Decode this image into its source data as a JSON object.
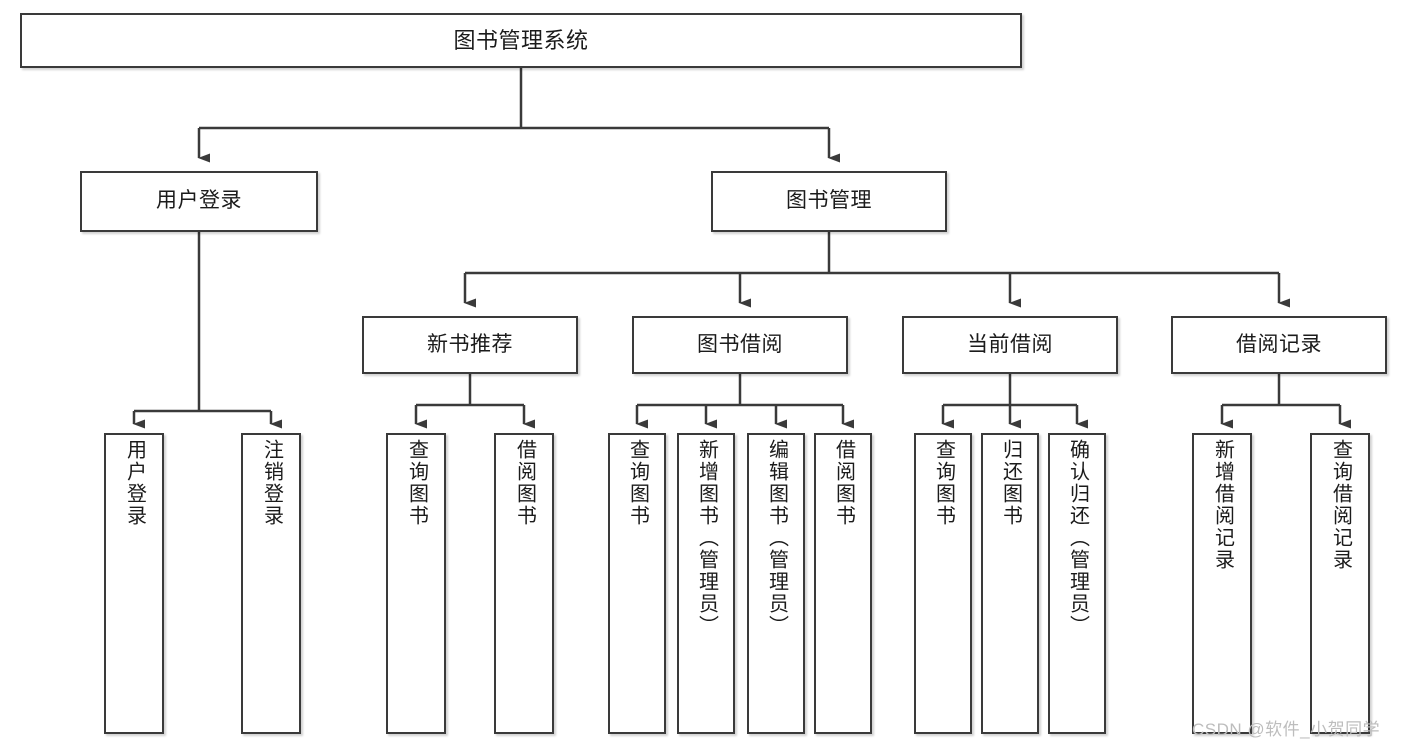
{
  "diagram": {
    "type": "tree-hierarchy-chart",
    "title": "图书管理系统",
    "watermark": "CSDN @软件_小贺同学",
    "colors": {
      "stroke": "#3a3a3a",
      "fill": "#ffffff",
      "text": "#1b1b1b",
      "watermark": "#bdbdbd"
    },
    "nodes": {
      "root": {
        "label": "图书管理系统"
      },
      "level2": [
        {
          "label": "用户登录"
        },
        {
          "label": "图书管理"
        }
      ],
      "level3": [
        {
          "label": "新书推荐"
        },
        {
          "label": "图书借阅"
        },
        {
          "label": "当前借阅"
        },
        {
          "label": "借阅记录"
        }
      ],
      "leaves": {
        "user_login": [
          {
            "label": "用户登录"
          },
          {
            "label": "注销登录"
          }
        ],
        "new_book_recommend": [
          {
            "label": "查询图书"
          },
          {
            "label": "借阅图书"
          }
        ],
        "book_borrow": [
          {
            "label": "查询图书"
          },
          {
            "label": "新增图书（管理员）"
          },
          {
            "label": "编辑图书（管理员）"
          },
          {
            "label": "借阅图书"
          }
        ],
        "current_borrow": [
          {
            "label": "查询图书"
          },
          {
            "label": "归还图书"
          },
          {
            "label": "确认归还（管理员）"
          }
        ],
        "borrow_record": [
          {
            "label": "新增借阅记录"
          },
          {
            "label": "查询借阅记录"
          }
        ]
      }
    }
  }
}
